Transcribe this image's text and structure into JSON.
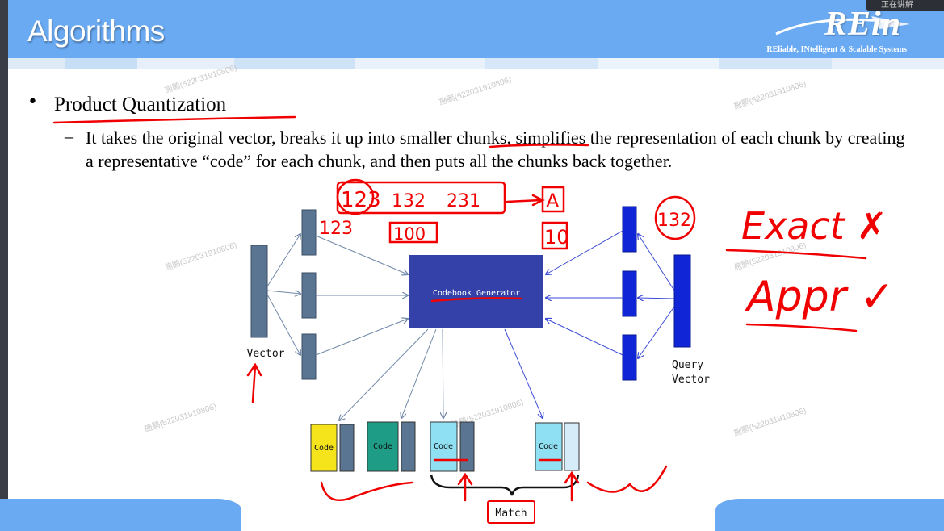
{
  "header": {
    "title": "Algorithms",
    "logo_text": "REin",
    "logo_subtitle": "REliable, INtelligent & Scalable Systems",
    "corner_text": "正在讲解"
  },
  "content": {
    "bullet_symbol": "•",
    "heading": "Product Quantization",
    "dash_symbol": "–",
    "description": "It takes the original vector, breaks it up into smaller chunks, simplifies the representation of each chunk by creating a representative “code” for each chunk, and then puts all the chunks back together."
  },
  "diagram": {
    "vector_label": "Vector",
    "query_label_line1": "Query",
    "query_label_line2": "Vector",
    "generator_label": "Codebook Generator",
    "code_labels": [
      "Code",
      "Code",
      "Code",
      "Code"
    ],
    "match_label": "Match"
  },
  "annotations": {
    "chunk_numbers": [
      "123",
      "132",
      "231"
    ],
    "chunk_id": "A",
    "chunk_value": "100",
    "id_value": "10",
    "left_chunk_label": "123",
    "query_chunk_label": "132",
    "exact_text": "Exact ✗",
    "approx_text": "Appr ✓"
  },
  "watermark": "施鹏(522031910806)",
  "colors": {
    "header": "#6aaaf2",
    "vector": "#5a7591",
    "query": "#1026d6",
    "generator": "#3341a8",
    "code_yellow": "#f5e41c",
    "code_teal": "#1f9c86",
    "code_cyan": "#8fe0f2",
    "annotation_red": "#f00000"
  }
}
